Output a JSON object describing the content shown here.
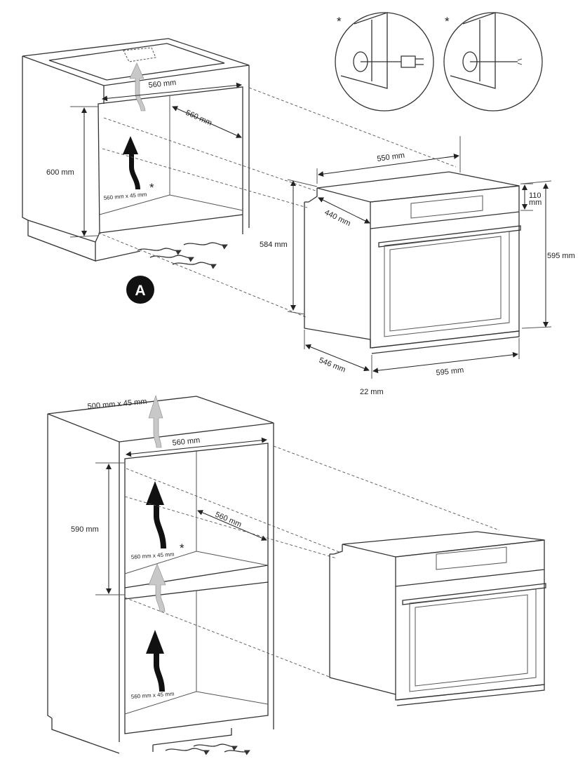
{
  "upper_unit": {
    "width_label": "560 mm",
    "depth_label": "560 mm",
    "height_label": "600 mm",
    "vent_label": "560 mm x 45 mm",
    "vent_asterisk": "*",
    "marker": "A"
  },
  "details": {
    "left_asterisk": "*",
    "right_asterisk": "*"
  },
  "oven": {
    "width_top_label": "550 mm",
    "depth_label": "440 mm",
    "panel_height_label_line1": "110",
    "panel_height_label_line2": "mm",
    "body_height_label": "584 mm",
    "total_height_label": "595 mm",
    "base_depth_label": "546 mm",
    "front_width_label": "595 mm",
    "door_thickness_label": "22 mm"
  },
  "tall_unit": {
    "top_vent_label": "500 mm x 45 mm",
    "width_label": "560 mm",
    "depth_label": "560 mm",
    "height_label": "590 mm",
    "vent_label": "560 mm x 45 mm",
    "vent_asterisk": "*",
    "lower_vent_label": "560 mm x 45 mm"
  }
}
